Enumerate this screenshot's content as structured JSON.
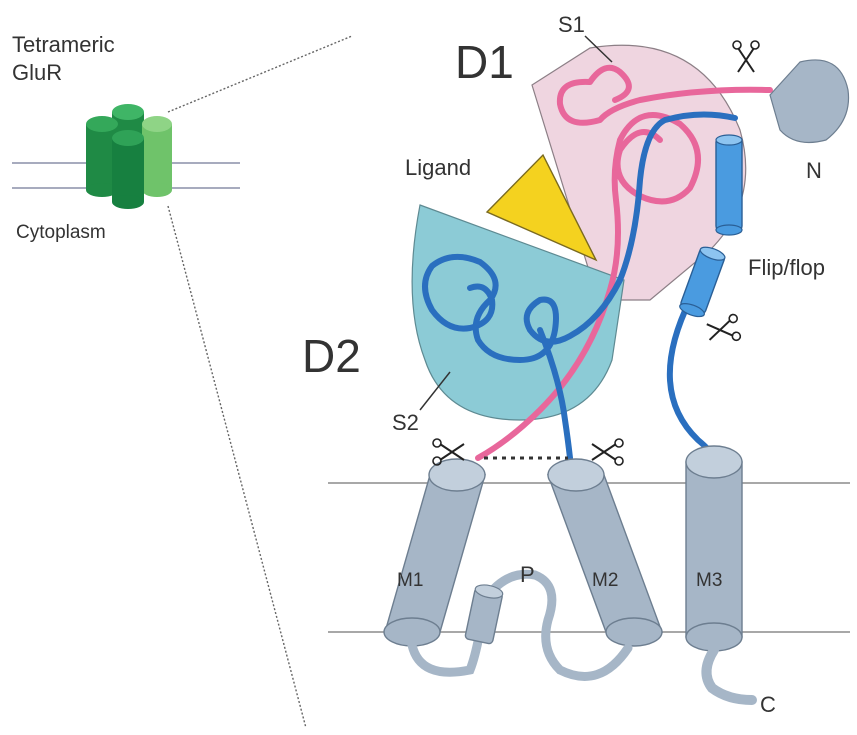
{
  "inset": {
    "title_line1": "Tetrameric",
    "title_line2": "GluR",
    "cytoplasm_label": "Cytoplasm"
  },
  "domains": {
    "d1_label": "D1",
    "d2_label": "D2",
    "s1_label": "S1",
    "s2_label": "S2"
  },
  "ligand": {
    "label": "Ligand"
  },
  "terminals": {
    "n_label": "N",
    "c_label": "C"
  },
  "flipflop": {
    "label": "Flip/flop"
  },
  "membrane": {
    "m1_label": "M1",
    "m2_label": "M2",
    "m3_label": "M3",
    "p_label": "P"
  },
  "colors": {
    "s1_strand": "#e8679b",
    "s2_strand": "#2a6fbf",
    "d1_fill": "#efd5e0",
    "d2_fill": "#8ccbd6",
    "ligand_fill": "#f4d21f",
    "helix_fill": "#a6b6c7",
    "receptor_green": "#2e9a4e"
  }
}
